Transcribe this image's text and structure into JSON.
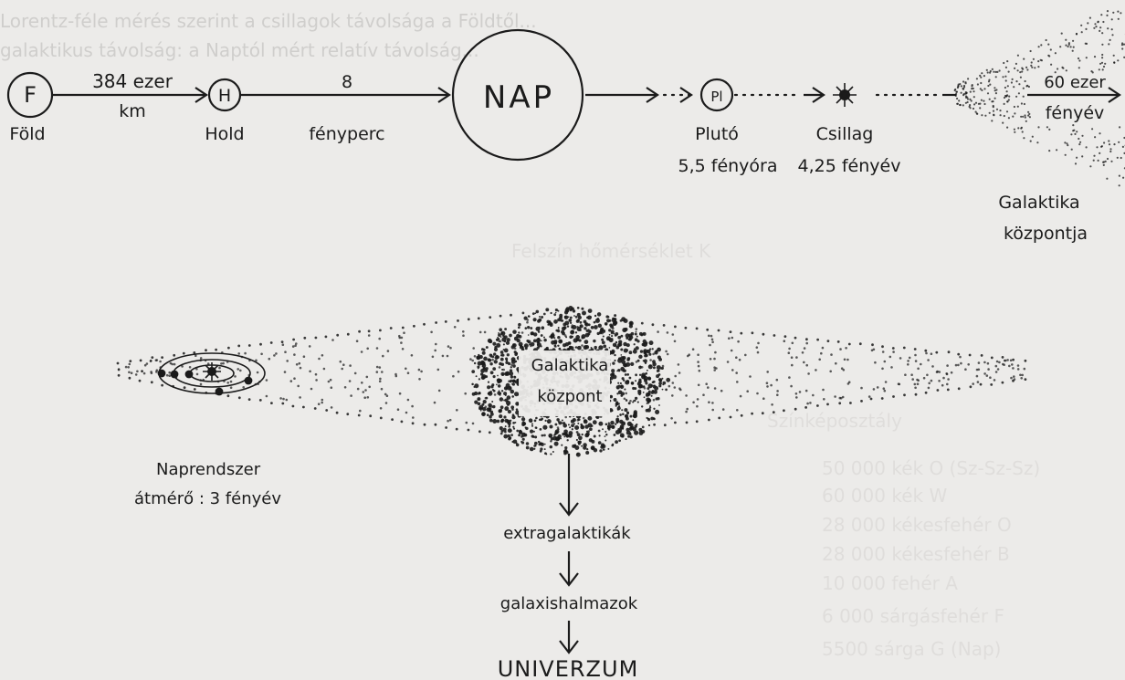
{
  "top_chain": {
    "earth": {
      "symbol": "F",
      "label": "Föld"
    },
    "moon": {
      "symbol": "H",
      "label": "Hold"
    },
    "earth_moon": {
      "value": "384 ezer",
      "unit": "km"
    },
    "moon_sun": {
      "value": "8",
      "unit": "fényperc"
    },
    "sun": "NAP",
    "pluto": {
      "symbol": "Pl",
      "label": "Plutó",
      "distance": "5,5 fényóra"
    },
    "star": {
      "label": "Csillag",
      "distance": "4,25 fényév"
    },
    "galaxy_center": {
      "line1": "Galaktika",
      "line2": "központja",
      "value": "60 ezer",
      "unit": "fényév"
    }
  },
  "galaxy": {
    "center_line1": "Galaktika",
    "center_line2": "központ",
    "solar_system_title": "Naprendszer",
    "solar_system_diameter": "átmérő : 3 fényév"
  },
  "hierarchy": [
    "extragalaktikák",
    "galaxishalmazok",
    "UNIVERZUM"
  ],
  "show_through_text": {
    "p1": "Lorentz-féle mérés szerint a csillagok távolsága a Földtől...",
    "p2": "galaktikus távolság: a Naptól mért relatív távolság...",
    "t1": "Felszín hőmérséklet K",
    "t2": "Színképosztály",
    "r1": "50 000   kék   O (Sz-Sz-Sz)",
    "r2": "60 000   kék   W",
    "r3": "28 000   kékesfehér   O",
    "r4": "28 000   kékesfehér   B",
    "r5": "10 000   fehér   A",
    "r6": "6 000   sárgásfehér   F",
    "r7": "5500   sárga   G (Nap)"
  },
  "colors": {
    "ink": "#1b1b1b",
    "paper": "#ecebe9",
    "ghost": "#b9b7b5"
  }
}
